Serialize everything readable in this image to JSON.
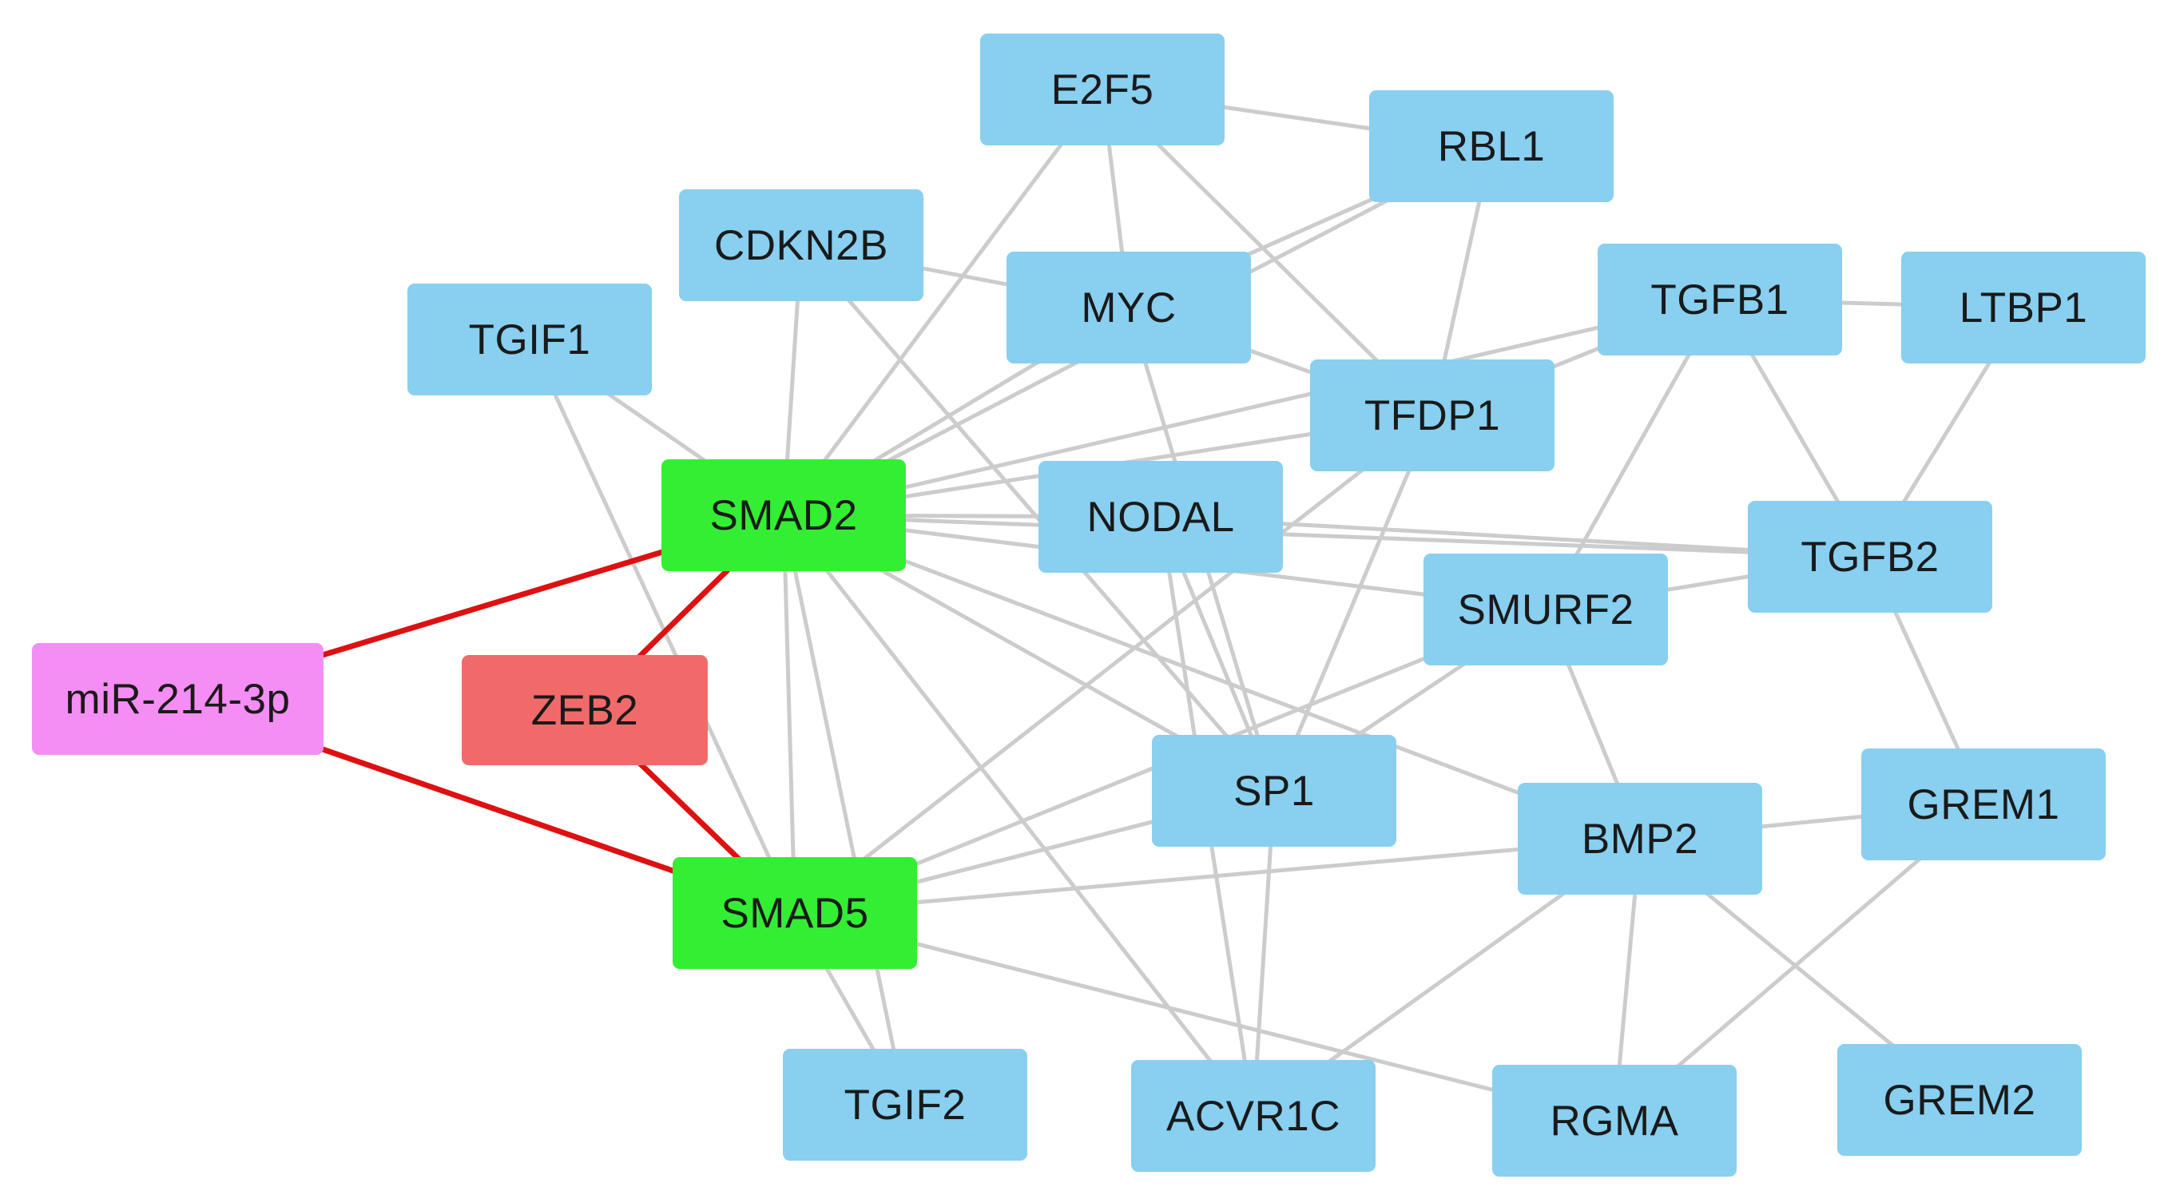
{
  "colors": {
    "mirna": "#f48df4",
    "zeb2": "#f06a6a",
    "smad": "#33ee33",
    "gene": "#88cff0",
    "edge_gray": "#cccccc",
    "edge_red": "#dd1111"
  },
  "nodes": [
    {
      "id": "mir",
      "label": "miR-214-3p",
      "role": "mirna"
    },
    {
      "id": "zeb2",
      "label": "ZEB2",
      "role": "zeb2"
    },
    {
      "id": "smad2",
      "label": "SMAD2",
      "role": "smad"
    },
    {
      "id": "smad5",
      "label": "SMAD5",
      "role": "smad"
    },
    {
      "id": "e2f5",
      "label": "E2F5",
      "role": "gene"
    },
    {
      "id": "rbl1",
      "label": "RBL1",
      "role": "gene"
    },
    {
      "id": "cdkn2b",
      "label": "CDKN2B",
      "role": "gene"
    },
    {
      "id": "myc",
      "label": "MYC",
      "role": "gene"
    },
    {
      "id": "tgif1",
      "label": "TGIF1",
      "role": "gene"
    },
    {
      "id": "tgfb1",
      "label": "TGFB1",
      "role": "gene"
    },
    {
      "id": "ltbp1",
      "label": "LTBP1",
      "role": "gene"
    },
    {
      "id": "tfdp1",
      "label": "TFDP1",
      "role": "gene"
    },
    {
      "id": "nodal",
      "label": "NODAL",
      "role": "gene"
    },
    {
      "id": "tgfb2",
      "label": "TGFB2",
      "role": "gene"
    },
    {
      "id": "smurf2",
      "label": "SMURF2",
      "role": "gene"
    },
    {
      "id": "sp1",
      "label": "SP1",
      "role": "gene"
    },
    {
      "id": "bmp2",
      "label": "BMP2",
      "role": "gene"
    },
    {
      "id": "grem1",
      "label": "GREM1",
      "role": "gene"
    },
    {
      "id": "tgif2",
      "label": "TGIF2",
      "role": "gene"
    },
    {
      "id": "acvr1c",
      "label": "ACVR1C",
      "role": "gene"
    },
    {
      "id": "rgma",
      "label": "RGMA",
      "role": "gene"
    },
    {
      "id": "grem2",
      "label": "GREM2",
      "role": "gene"
    }
  ],
  "edges": [
    {
      "from": "mir",
      "to": "smad2",
      "kind": "regulatory"
    },
    {
      "from": "mir",
      "to": "smad5",
      "kind": "regulatory"
    },
    {
      "from": "zeb2",
      "to": "smad2",
      "kind": "regulatory"
    },
    {
      "from": "zeb2",
      "to": "smad5",
      "kind": "regulatory"
    },
    {
      "from": "e2f5",
      "to": "rbl1",
      "kind": "interaction"
    },
    {
      "from": "e2f5",
      "to": "myc",
      "kind": "interaction"
    },
    {
      "from": "e2f5",
      "to": "tfdp1",
      "kind": "interaction"
    },
    {
      "from": "e2f5",
      "to": "smad2",
      "kind": "interaction"
    },
    {
      "from": "rbl1",
      "to": "myc",
      "kind": "interaction"
    },
    {
      "from": "rbl1",
      "to": "tfdp1",
      "kind": "interaction"
    },
    {
      "from": "rbl1",
      "to": "smad2",
      "kind": "interaction"
    },
    {
      "from": "cdkn2b",
      "to": "myc",
      "kind": "interaction"
    },
    {
      "from": "cdkn2b",
      "to": "smad2",
      "kind": "interaction"
    },
    {
      "from": "cdkn2b",
      "to": "sp1",
      "kind": "interaction"
    },
    {
      "from": "myc",
      "to": "tfdp1",
      "kind": "interaction"
    },
    {
      "from": "myc",
      "to": "smad2",
      "kind": "interaction"
    },
    {
      "from": "myc",
      "to": "sp1",
      "kind": "interaction"
    },
    {
      "from": "tgif1",
      "to": "smad2",
      "kind": "interaction"
    },
    {
      "from": "tgif1",
      "to": "smad5",
      "kind": "interaction"
    },
    {
      "from": "tgfb1",
      "to": "ltbp1",
      "kind": "interaction"
    },
    {
      "from": "tgfb1",
      "to": "tgfb2",
      "kind": "interaction"
    },
    {
      "from": "tgfb1",
      "to": "smurf2",
      "kind": "interaction"
    },
    {
      "from": "tgfb1",
      "to": "smad2",
      "kind": "interaction"
    },
    {
      "from": "tgfb1",
      "to": "tfdp1",
      "kind": "interaction"
    },
    {
      "from": "ltbp1",
      "to": "tgfb2",
      "kind": "interaction"
    },
    {
      "from": "tfdp1",
      "to": "smad2",
      "kind": "interaction"
    },
    {
      "from": "tfdp1",
      "to": "sp1",
      "kind": "interaction"
    },
    {
      "from": "tfdp1",
      "to": "smad5",
      "kind": "interaction"
    },
    {
      "from": "smad2",
      "to": "nodal",
      "kind": "interaction"
    },
    {
      "from": "smad2",
      "to": "tgfb2",
      "kind": "interaction"
    },
    {
      "from": "smad2",
      "to": "smurf2",
      "kind": "interaction"
    },
    {
      "from": "smad2",
      "to": "sp1",
      "kind": "interaction"
    },
    {
      "from": "smad2",
      "to": "bmp2",
      "kind": "interaction"
    },
    {
      "from": "smad2",
      "to": "smad5",
      "kind": "interaction"
    },
    {
      "from": "smad2",
      "to": "tgif2",
      "kind": "interaction"
    },
    {
      "from": "smad2",
      "to": "acvr1c",
      "kind": "interaction"
    },
    {
      "from": "nodal",
      "to": "sp1",
      "kind": "interaction"
    },
    {
      "from": "nodal",
      "to": "tgfb2",
      "kind": "interaction"
    },
    {
      "from": "nodal",
      "to": "acvr1c",
      "kind": "interaction"
    },
    {
      "from": "smurf2",
      "to": "tgfb2",
      "kind": "interaction"
    },
    {
      "from": "smurf2",
      "to": "sp1",
      "kind": "interaction"
    },
    {
      "from": "smurf2",
      "to": "bmp2",
      "kind": "interaction"
    },
    {
      "from": "smurf2",
      "to": "smad5",
      "kind": "interaction"
    },
    {
      "from": "tgfb2",
      "to": "grem1",
      "kind": "interaction"
    },
    {
      "from": "sp1",
      "to": "smad5",
      "kind": "interaction"
    },
    {
      "from": "sp1",
      "to": "acvr1c",
      "kind": "interaction"
    },
    {
      "from": "bmp2",
      "to": "smad5",
      "kind": "interaction"
    },
    {
      "from": "bmp2",
      "to": "grem1",
      "kind": "interaction"
    },
    {
      "from": "bmp2",
      "to": "grem2",
      "kind": "interaction"
    },
    {
      "from": "bmp2",
      "to": "rgma",
      "kind": "interaction"
    },
    {
      "from": "bmp2",
      "to": "acvr1c",
      "kind": "interaction"
    },
    {
      "from": "grem1",
      "to": "rgma",
      "kind": "interaction"
    },
    {
      "from": "smad5",
      "to": "tgif2",
      "kind": "interaction"
    },
    {
      "from": "smad5",
      "to": "rgma",
      "kind": "interaction"
    }
  ]
}
